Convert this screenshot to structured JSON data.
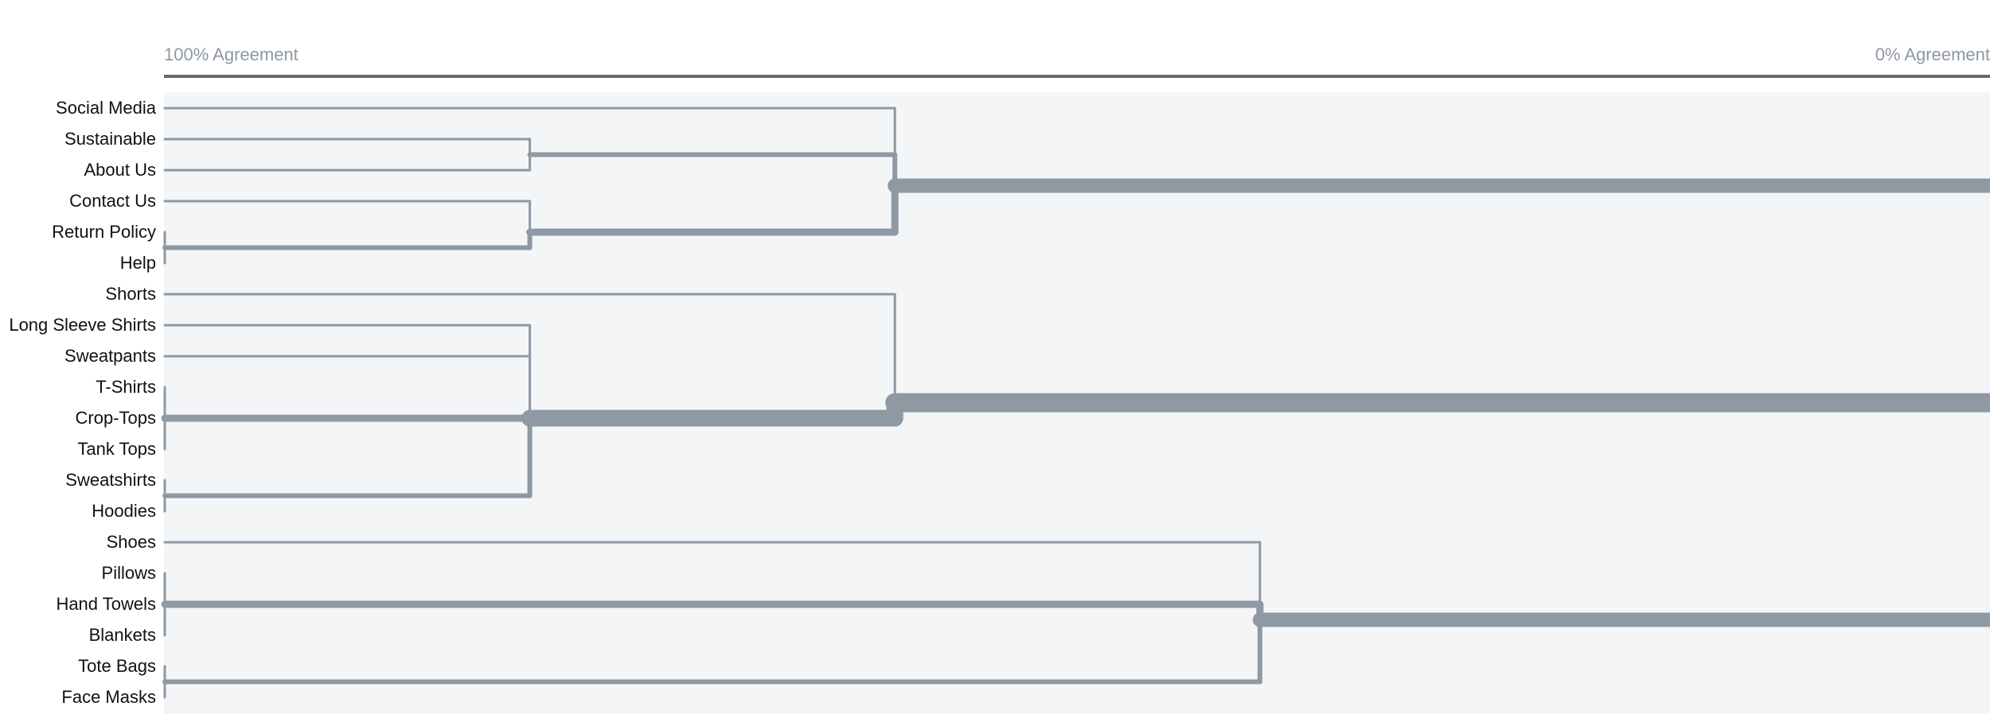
{
  "axis": {
    "left_label": "100% Agreement",
    "right_label": "0% Agreement"
  },
  "colors": {
    "link": "#8e99a4",
    "background": "#f3f5f7",
    "axis_line": "#666c74"
  },
  "leaves": [
    "Social Media",
    "Sustainable",
    "About Us",
    "Contact Us",
    "Return Policy",
    "Help",
    "Shorts",
    "Long Sleeve Shirts",
    "Sweatpants",
    "T-Shirts",
    "Crop-Tops",
    "Tank Tops",
    "Sweatshirts",
    "Hoodies",
    "Shoes",
    "Pillows",
    "Hand Towels",
    "Blankets",
    "Tote Bags",
    "Face Masks"
  ],
  "clusters": [
    {
      "id": "c1",
      "children": [
        4,
        5
      ],
      "agreement": 100,
      "size": 2
    },
    {
      "id": "c2",
      "children": [
        1,
        2
      ],
      "agreement": 80,
      "size": 2
    },
    {
      "id": "c3",
      "children": [
        3,
        "c1"
      ],
      "agreement": 80,
      "size": 3
    },
    {
      "id": "c4",
      "children": [
        0,
        "c2",
        "c3"
      ],
      "agreement": 60,
      "size": 6
    },
    {
      "id": "c5",
      "children": [
        9,
        10,
        11
      ],
      "agreement": 100,
      "size": 3
    },
    {
      "id": "c6",
      "children": [
        12,
        13
      ],
      "agreement": 100,
      "size": 2
    },
    {
      "id": "c7",
      "children": [
        7,
        8,
        "c5",
        "c6"
      ],
      "agreement": 80,
      "size": 7
    },
    {
      "id": "c8",
      "children": [
        6,
        "c7"
      ],
      "agreement": 60,
      "size": 8
    },
    {
      "id": "c9",
      "children": [
        15,
        16,
        17
      ],
      "agreement": 100,
      "size": 3
    },
    {
      "id": "c10",
      "children": [
        18,
        19
      ],
      "agreement": 100,
      "size": 2
    },
    {
      "id": "c11",
      "children": [
        14,
        "c9",
        "c10"
      ],
      "agreement": 40,
      "size": 6
    },
    {
      "id": "c12",
      "children": [
        "c4"
      ],
      "agreement": 0,
      "size": 6
    },
    {
      "id": "c13",
      "children": [
        "c8"
      ],
      "agreement": 0,
      "size": 8
    },
    {
      "id": "c14",
      "children": [
        "c11"
      ],
      "agreement": 0,
      "size": 6
    }
  ]
}
